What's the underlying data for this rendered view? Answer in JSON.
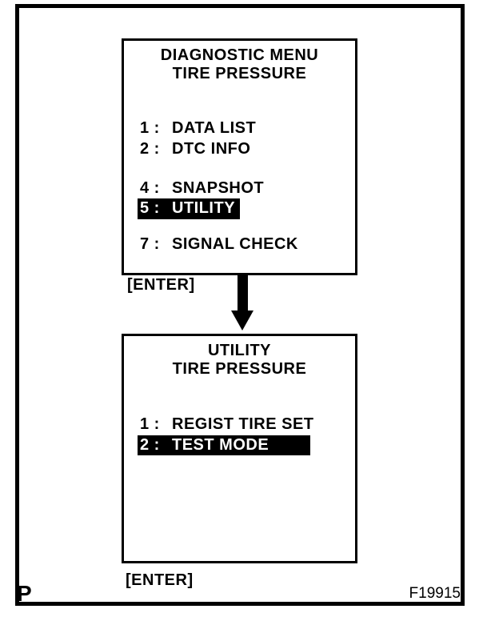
{
  "figure": {
    "page_letter": "P",
    "figure_code": "F19915"
  },
  "colors": {
    "ink": "#000000",
    "paper": "#ffffff",
    "highlight_bg": "#000000",
    "highlight_text": "#ffffff"
  },
  "icons": {
    "flow_arrow": "down-arrow"
  },
  "screens": [
    {
      "name": "diagnostic-menu",
      "title_line1": "DIAGNOSTIC MENU",
      "title_line2": "TIRE PRESSURE",
      "items": [
        {
          "prefix": "1 :",
          "label": "DATA LIST",
          "highlighted": false
        },
        {
          "prefix": "2 :",
          "label": "DTC INFO",
          "highlighted": false
        },
        {
          "prefix": "4 :",
          "label": "SNAPSHOT",
          "highlighted": false
        },
        {
          "prefix": "5 :",
          "label": "UTILITY",
          "highlighted": true
        },
        {
          "prefix": "7 :",
          "label": "SIGNAL CHECK",
          "highlighted": false
        }
      ],
      "key_label": "[ENTER]"
    },
    {
      "name": "utility-menu",
      "title_line1": "UTILITY",
      "title_line2": "TIRE PRESSURE",
      "items": [
        {
          "prefix": "1 :",
          "label": "REGIST TIRE SET",
          "highlighted": false
        },
        {
          "prefix": "2 :",
          "label": "TEST MODE",
          "highlighted": true
        }
      ],
      "key_label": "[ENTER]"
    }
  ]
}
